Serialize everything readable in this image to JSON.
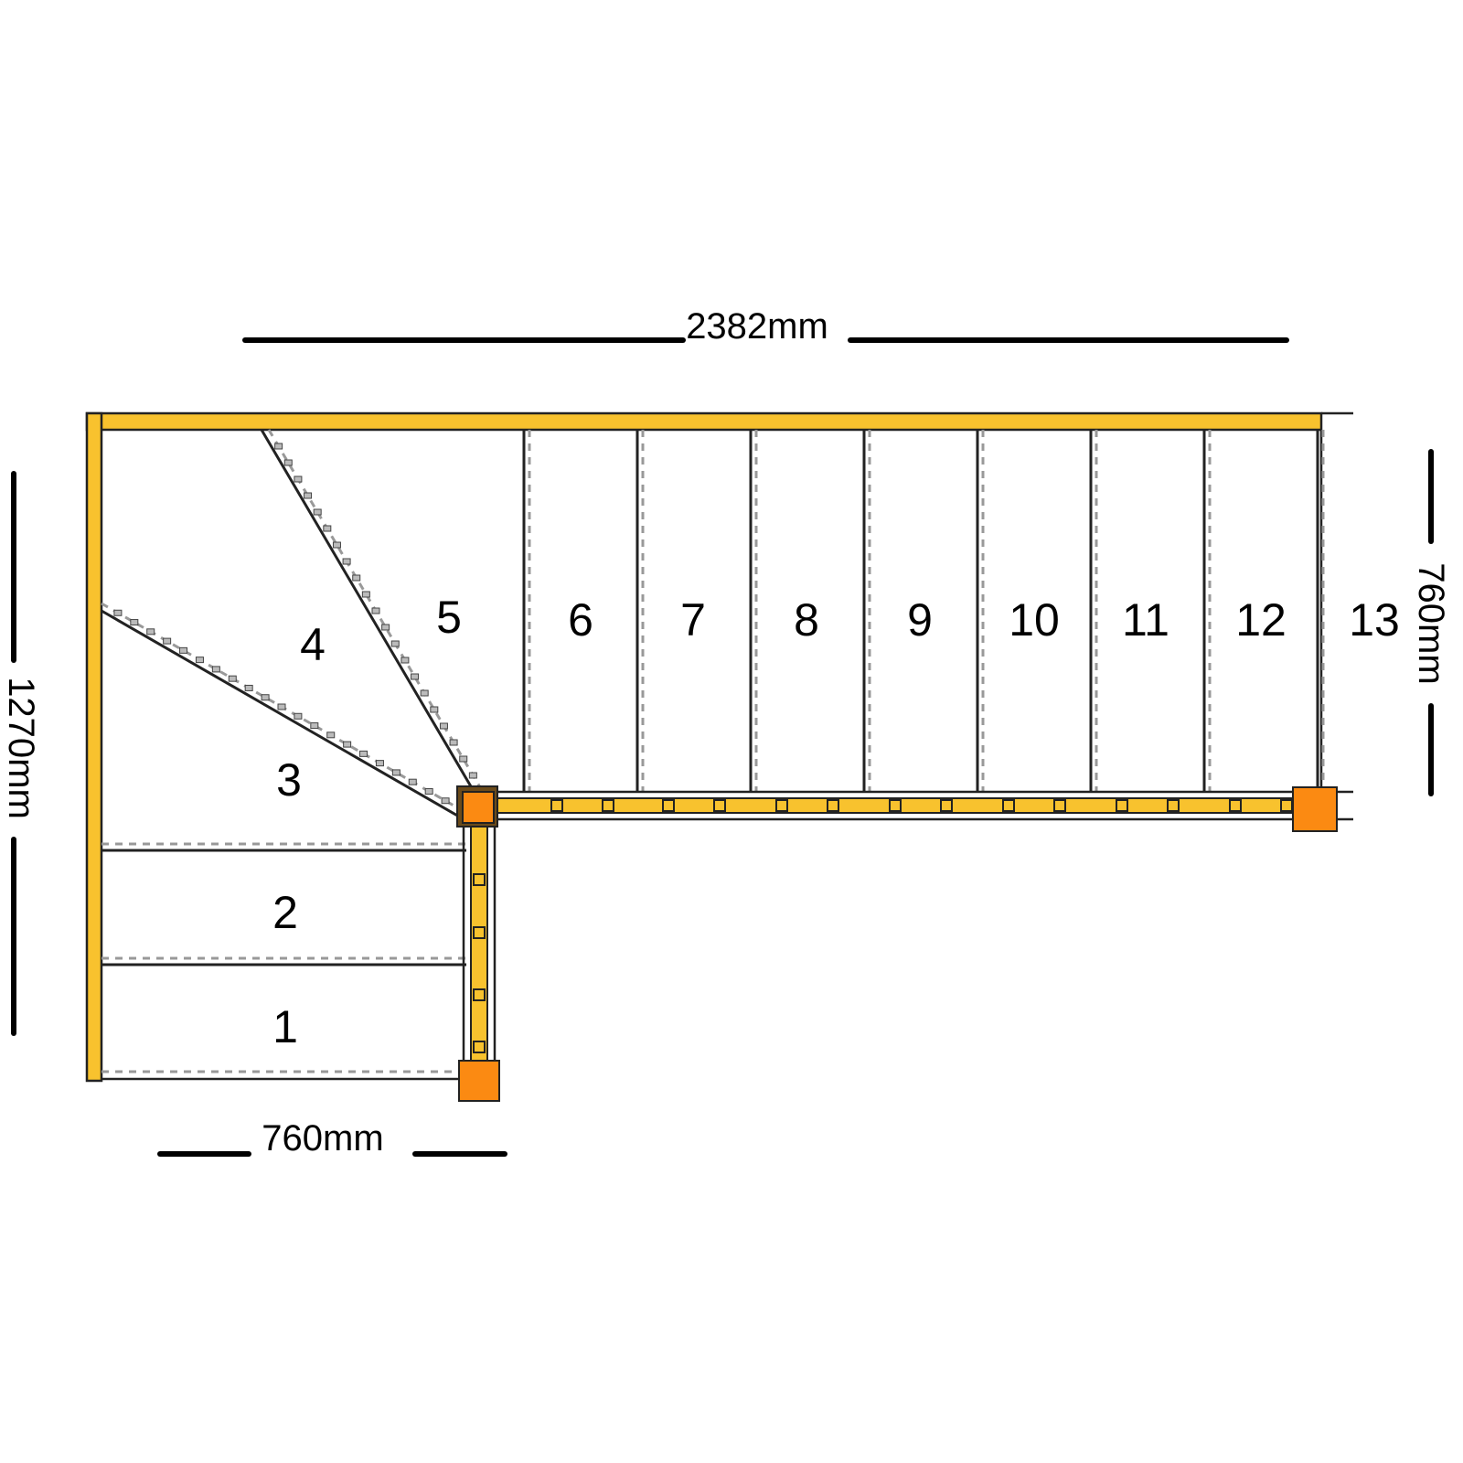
{
  "dimensions": {
    "total_length": "2382mm",
    "total_depth": "1270mm",
    "flight_width_right": "760mm",
    "flight_width_bottom": "760mm"
  },
  "steps": [
    "1",
    "2",
    "3",
    "4",
    "5",
    "6",
    "7",
    "8",
    "9",
    "10",
    "11",
    "12",
    "13"
  ],
  "colors": {
    "wall_string": "#f8c22e",
    "newel_post": "#fb8a12",
    "tread_line": "#222222",
    "nosing_line": "#999999"
  }
}
